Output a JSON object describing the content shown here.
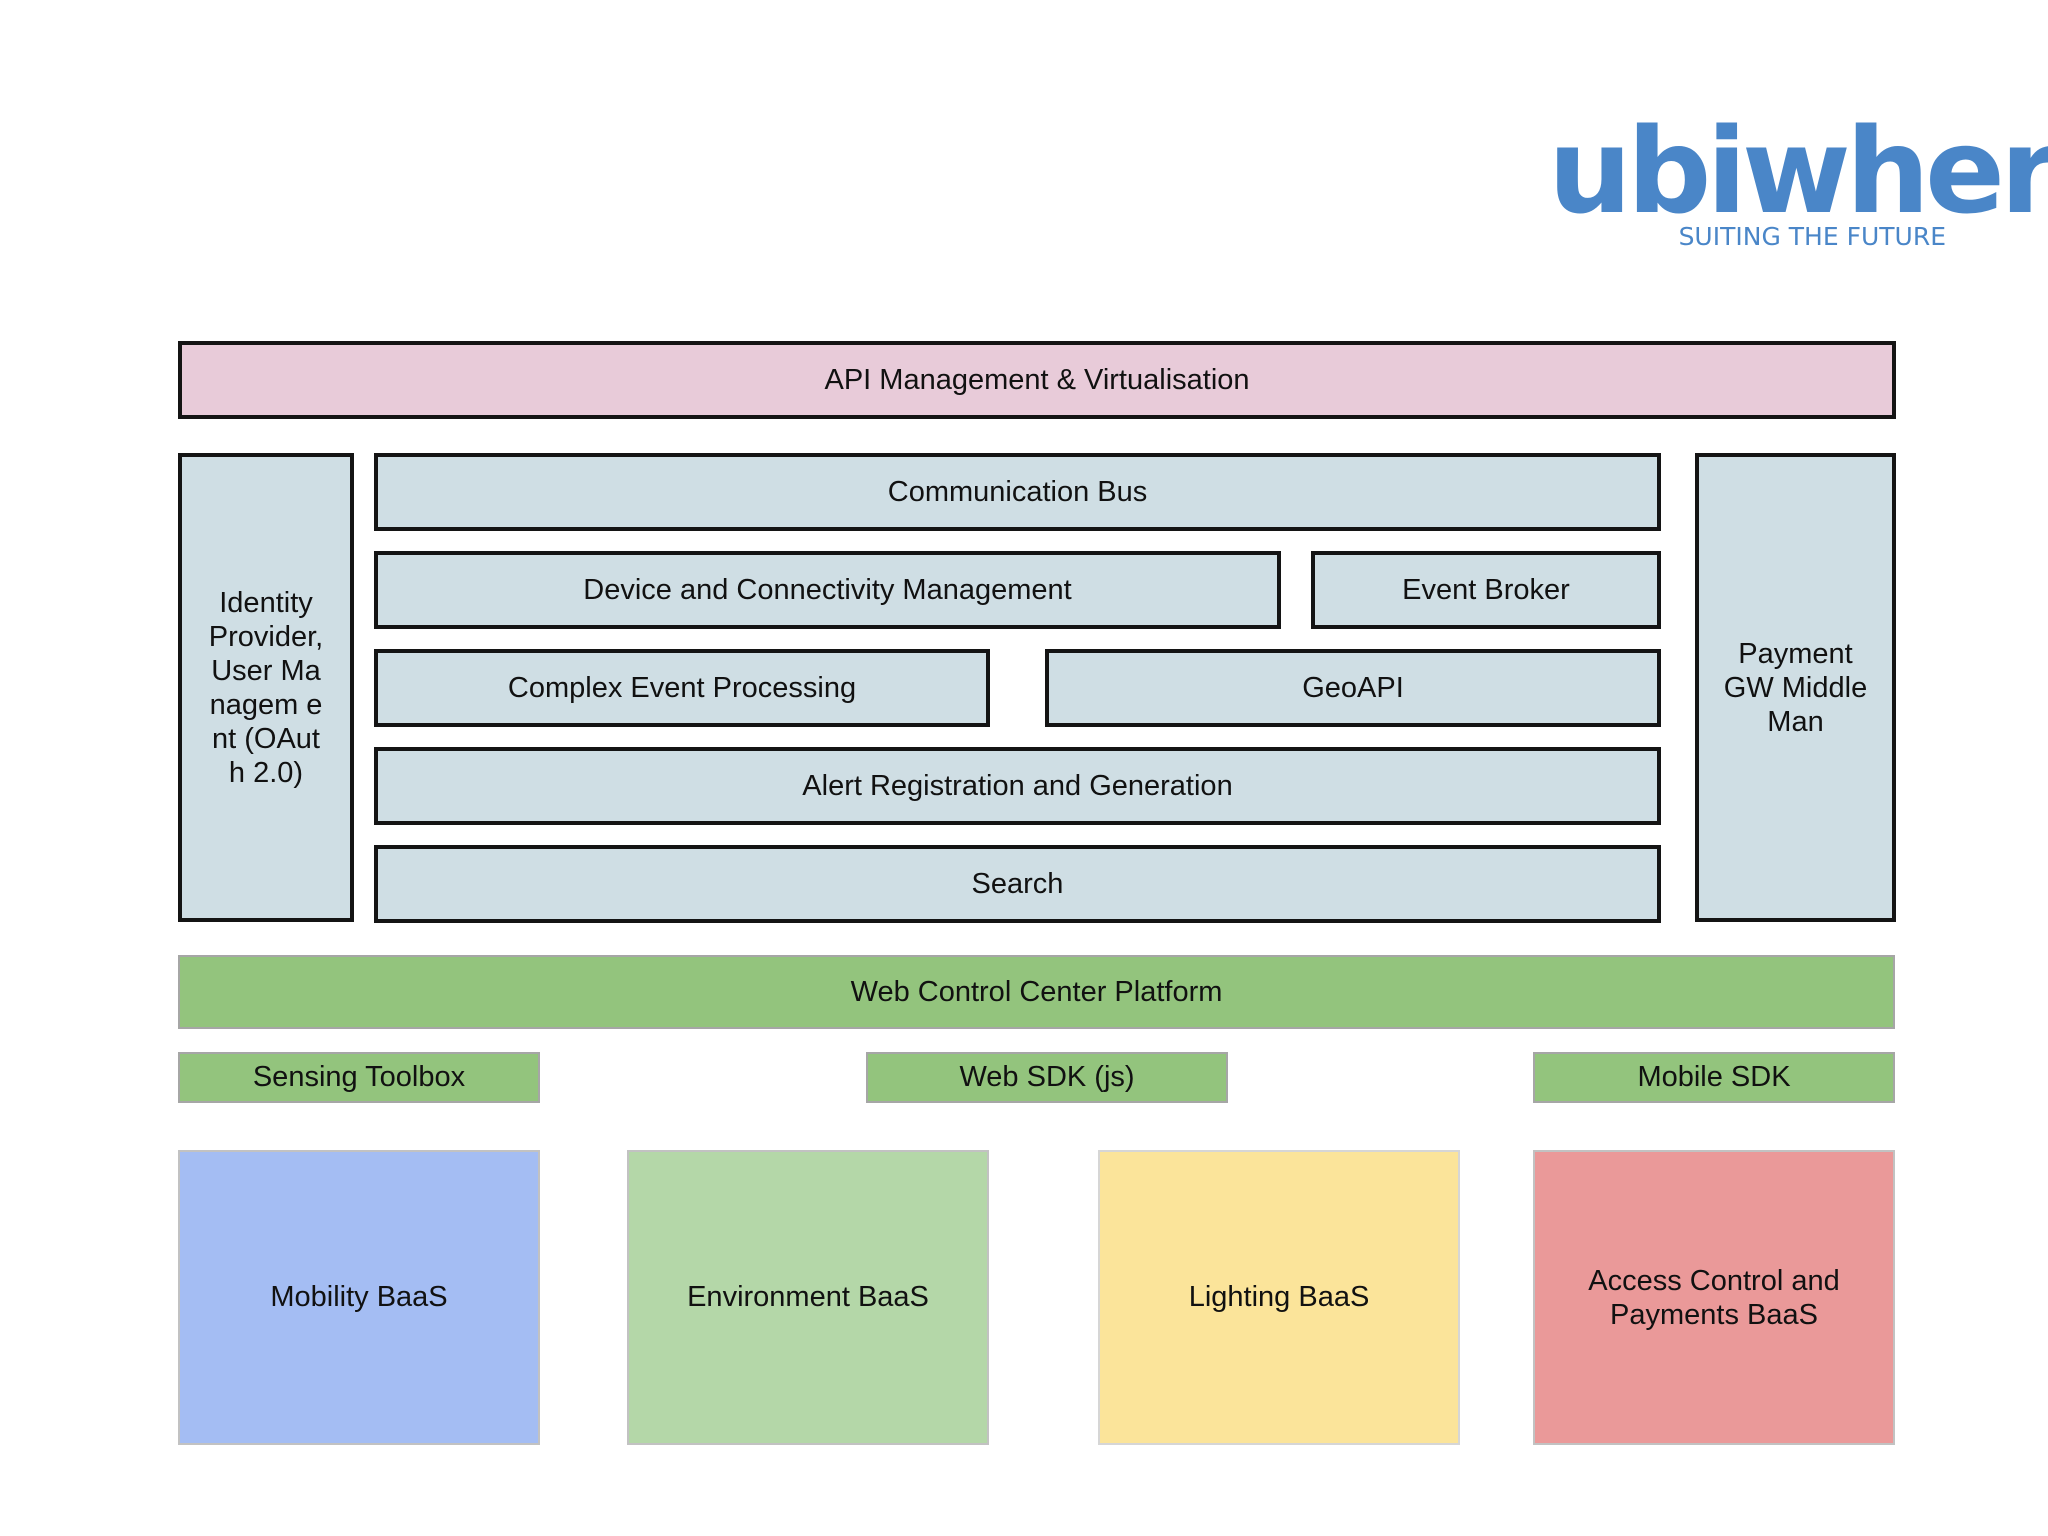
{
  "logo": {
    "name": "ubiwhere",
    "tagline": "SUITING THE FUTURE"
  },
  "layers": {
    "api": "API Management & Virtualisation",
    "identity": "Identity Provider, User Managem ent (OAuth 2.0)",
    "payment": "Payment GW Middle Man",
    "communication_bus": "Communication Bus",
    "device_mgmt": "Device and Connectivity Management",
    "event_broker": "Event Broker",
    "cep": "Complex Event Processing",
    "geoapi": "GeoAPI",
    "alert": "Alert Registration and Generation",
    "search": "Search",
    "web_control": "Web Control Center Platform"
  },
  "toolkits": {
    "sensing": "Sensing Toolbox",
    "web_sdk": "Web SDK (js)",
    "mobile_sdk": "Mobile SDK"
  },
  "baas": {
    "mobility": "Mobility BaaS",
    "environment": "Environment BaaS",
    "lighting": "Lighting BaaS",
    "access_control": "Access Control and Payments BaaS"
  },
  "colors": {
    "brand": "#4a86c8",
    "api_layer": "#e8cbd9",
    "core_modules": "#cfdee4",
    "platform": "#93c47d",
    "mobility": "#a4bdf3",
    "environment": "#b4d7a8",
    "lighting": "#fbe49a",
    "access_control": "#ea9999"
  }
}
